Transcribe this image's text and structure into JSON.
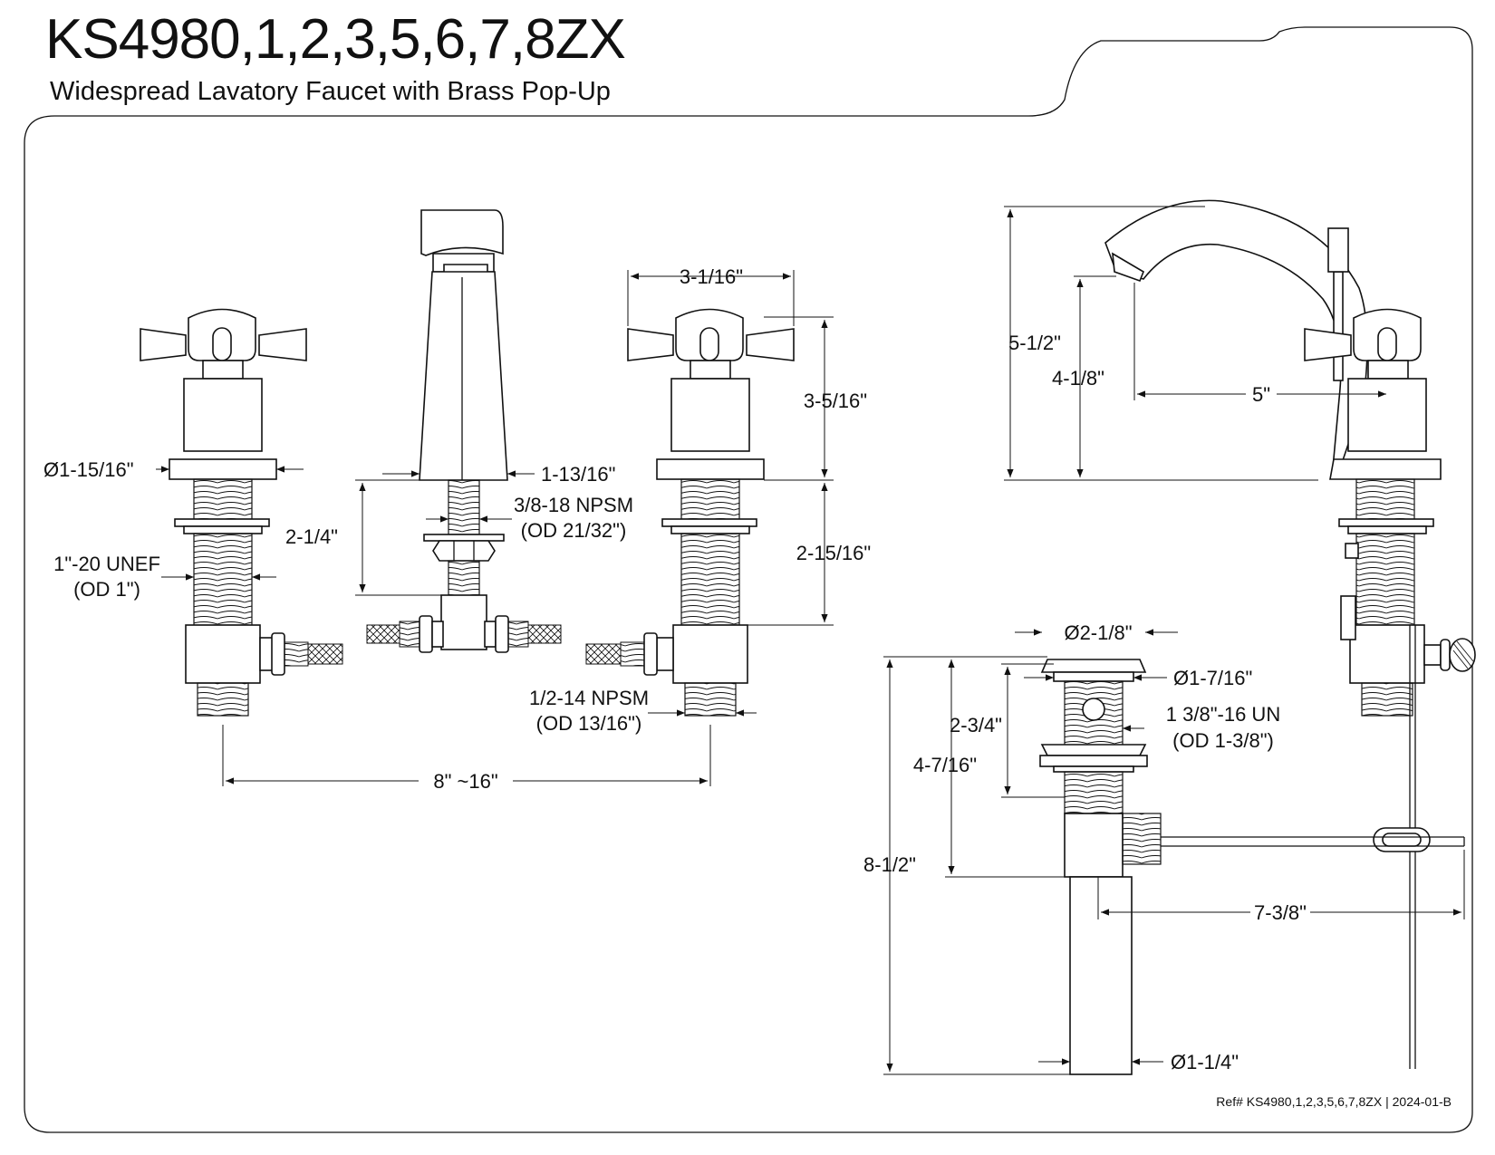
{
  "header": {
    "title": "KS4980,1,2,3,5,6,7,8ZX",
    "subtitle": "Widespread Lavatory Faucet with Brass Pop-Up"
  },
  "footer": {
    "ref": "Ref# KS4980,1,2,3,5,6,7,8ZX | 2024-01-B"
  },
  "front_view": {
    "flange_diameter": "Ø1-15/16\"",
    "shank_thread": "1\"-20 UNEF",
    "shank_od": "(OD 1\")",
    "spout_base_width": "1-13/16\"",
    "spout_thread": "3/8-18 NPSM",
    "spout_thread_od": "(OD 21/32\")",
    "spout_shank_length": "2-1/4\"",
    "handle_width": "3-1/16\"",
    "handle_height": "3-5/16\"",
    "valve_shank_length": "2-15/16\"",
    "inlet_thread": "1/2-14 NPSM",
    "inlet_od": "(OD 13/16\")",
    "centers": "8\" ~16\""
  },
  "side_view": {
    "overall_height": "5-1/2\"",
    "spout_height": "4-1/8\"",
    "spout_reach": "5\""
  },
  "drain": {
    "flange_diameter": "Ø2-1/8\"",
    "stopper_diameter": "Ø1-7/16\"",
    "body_thread": "1 3/8\"-16 UN",
    "body_thread_od": "(OD 1-3/8\")",
    "thread_length": "2-3/4\"",
    "upper_length": "4-7/16\"",
    "overall_length": "8-1/2\"",
    "lift_rod_length": "7-3/8\"",
    "tailpiece_diameter": "Ø1-1/4\""
  }
}
